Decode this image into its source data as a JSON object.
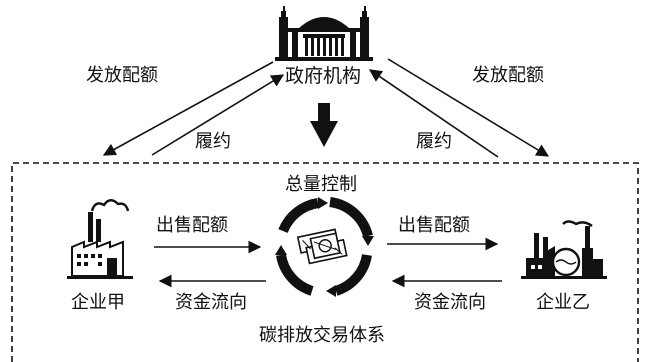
{
  "government": {
    "label": "政府机构"
  },
  "top_arrows": {
    "left_issue": "发放配额",
    "right_issue": "发放配额",
    "left_fulfill": "履约",
    "right_fulfill": "履约"
  },
  "system": {
    "control_label": "总量控制",
    "title": "碳排放交易体系"
  },
  "enterprise_a": {
    "label": "企业甲",
    "sell_label": "出售配额",
    "money_label": "资金流向"
  },
  "enterprise_b": {
    "label": "企业乙",
    "sell_label": "出售配额",
    "money_label": "资金流向"
  },
  "icons": {
    "government": "government-building-icon",
    "factory_a": "factory-icon",
    "factory_b": "chemical-plant-icon",
    "center": "cycle-money-icon"
  }
}
